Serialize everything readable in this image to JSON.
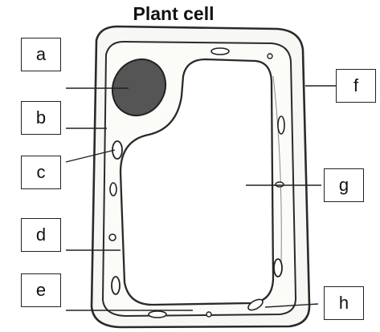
{
  "title": "Plant cell",
  "labels": {
    "a": "a",
    "b": "b",
    "c": "c",
    "d": "d",
    "e": "e",
    "f": "f",
    "g": "g",
    "h": "h"
  }
}
